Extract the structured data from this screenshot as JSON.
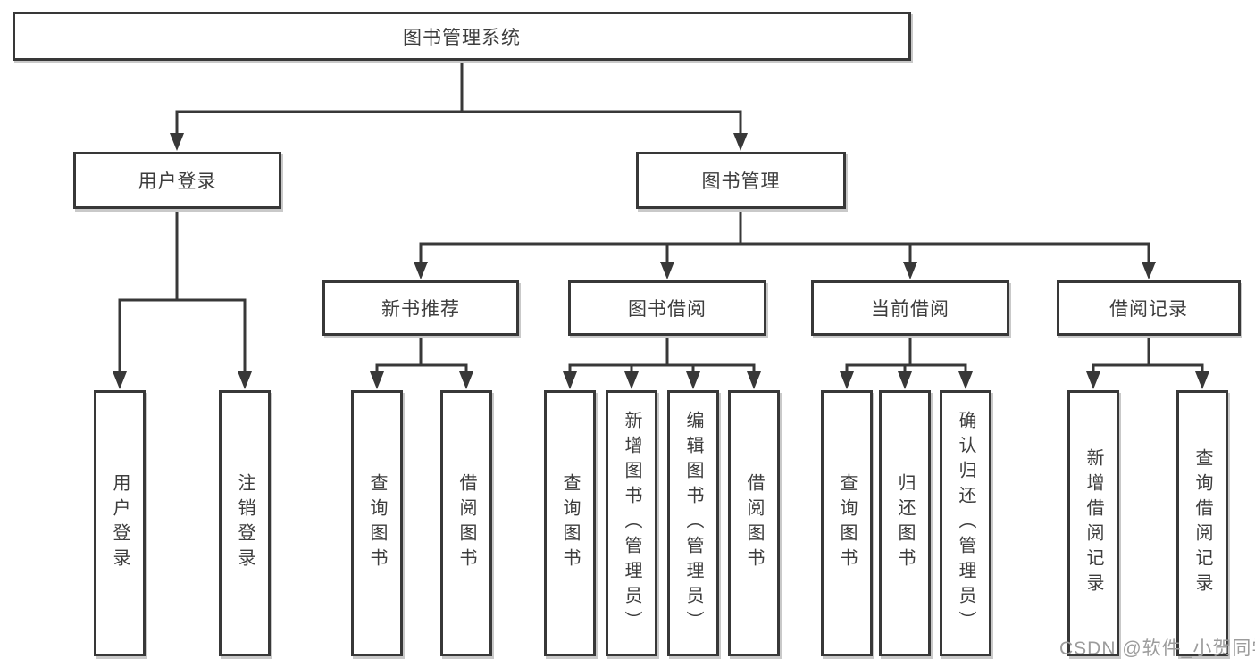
{
  "colors": {
    "line": "#383838",
    "border": "#383838",
    "text": "#3d3d3d",
    "watermark": "#9c9c9c",
    "bg": "#ffffff"
  },
  "nodes": {
    "root": "图书管理系统",
    "user_login": "用户登录",
    "book_management": "图书管理",
    "new_book_recommend": "新书推荐",
    "book_borrowing": "图书借阅",
    "current_borrowing": "当前借阅",
    "borrowing_records": "借阅记录",
    "leaf_user_login": "用户登录",
    "leaf_logout": "注销登录",
    "leaf_query_books_recommend": "查询图书",
    "leaf_borrow_books_recommend": "借阅图书",
    "leaf_query_books_borrowing": "查询图书",
    "leaf_add_books_admin": "新增图书（管理员）",
    "leaf_edit_books_admin": "编辑图书（管理员）",
    "leaf_borrow_books_borrowing": "借阅图书",
    "leaf_query_books_current": "查询图书",
    "leaf_return_books": "归还图书",
    "leaf_confirm_return_admin": "确认归还（管理员）",
    "leaf_add_borrow_record": "新增借阅记录",
    "leaf_query_borrow_record": "查询借阅记录"
  },
  "watermark": {
    "text": "CSDN @软件_小贺同学"
  }
}
